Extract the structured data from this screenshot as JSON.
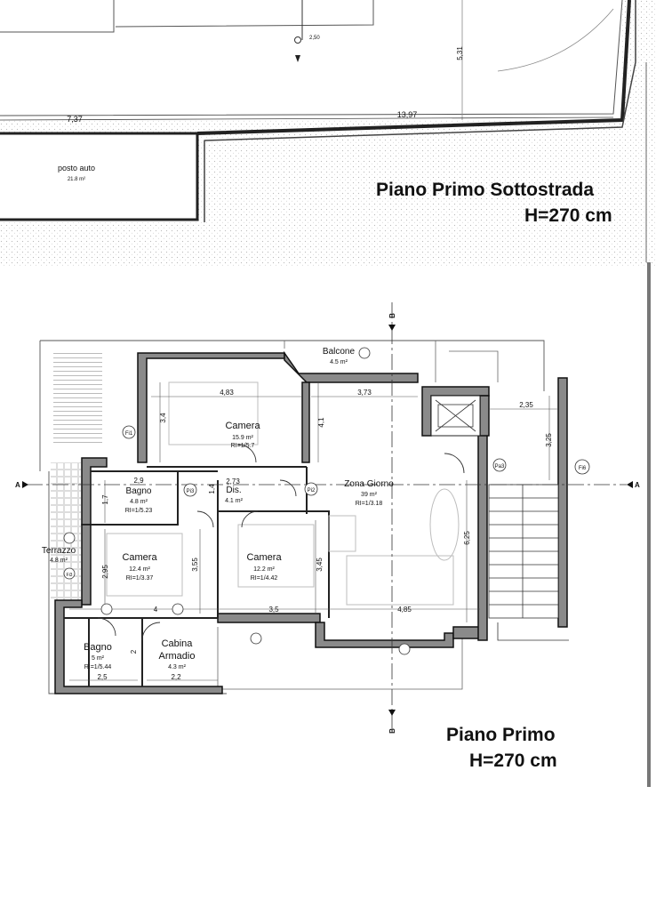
{
  "floors": {
    "upper": {
      "name": "Piano Primo Sottostrada",
      "height": "H=270 cm"
    },
    "lower": {
      "name": "Piano Primo",
      "height": "H=270 cm"
    }
  },
  "upper_plan": {
    "dimensions": [
      "7,37",
      "13,97",
      "5,31",
      "2,50"
    ],
    "parking": {
      "name": "posto auto",
      "area": "21.8 m²"
    }
  },
  "rooms": {
    "balcone": {
      "name": "Balcone",
      "area": "4.5 m²"
    },
    "camera_top": {
      "name": "Camera",
      "area": "15.9 m²",
      "ri": "RI=1/5.7"
    },
    "bagno_upper": {
      "name": "Bagno",
      "area": "4.8 m²",
      "ri": "RI=1/5.23"
    },
    "dis": {
      "name": "Dis.",
      "area": "4.1 m²"
    },
    "zona_giorno": {
      "name": "Zona Giorno",
      "area": "39 m²",
      "ri": "RI=1/3.18"
    },
    "terrazzo": {
      "name": "Terrazzo",
      "area": "4.8 m²"
    },
    "camera_left": {
      "name": "Camera",
      "area": "12.4 m²",
      "ri": "RI=1/3.37"
    },
    "camera_mid": {
      "name": "Camera",
      "area": "12.2 m²",
      "ri": "RI=1/4.42"
    },
    "bagno_lower": {
      "name": "Bagno",
      "area": "5 m²",
      "ri": "RI=1/5.44"
    },
    "cabina": {
      "name": "Cabina\nArmadio",
      "line1": "Cabina",
      "line2": "Armadio",
      "area": "4.3 m²"
    }
  },
  "dimensions": {
    "d_483": "4,83",
    "d_373": "3,73",
    "d_235": "2,35",
    "d_325": "3,25",
    "d_34": "3,4",
    "d_41": "4,1",
    "d_29": "2,9",
    "d_273": "2,73",
    "d_17": "1,7",
    "d_14": "1,4",
    "d_295": "2,95",
    "d_355": "3,55",
    "d_345": "3,45",
    "d_625": "6,25",
    "d_4": "4",
    "d_35": "3,5",
    "d_485": "4,85",
    "d_2": "2",
    "d_25": "2,5",
    "d_22": "2,2"
  },
  "window_tags": [
    "Fi1",
    "Pi3",
    "Pi2",
    "Fi6",
    "Pa3",
    "Fi3"
  ],
  "section_markers": {
    "a": "A",
    "b": "B"
  }
}
